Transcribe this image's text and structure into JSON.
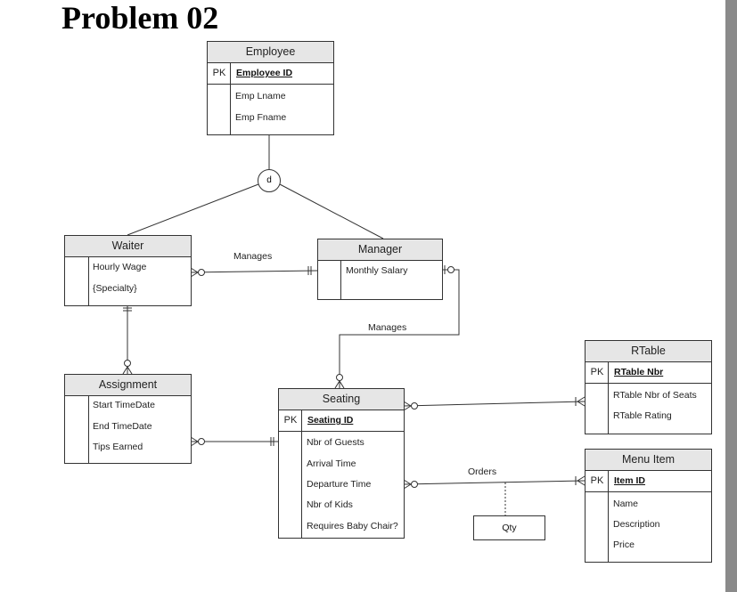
{
  "title": "Problem 02",
  "disjoint_symbol": "d",
  "entities": {
    "employee": {
      "name": "Employee",
      "pk_label": "PK",
      "key": "Employee ID",
      "attributes": [
        "Emp Lname",
        "Emp Fname"
      ]
    },
    "waiter": {
      "name": "Waiter",
      "attributes": [
        "Hourly Wage",
        "{Specialty}"
      ]
    },
    "manager": {
      "name": "Manager",
      "attributes": [
        "Monthly Salary"
      ]
    },
    "assignment": {
      "name": "Assignment",
      "attributes": [
        "Start TimeDate",
        "End TimeDate",
        "Tips Earned"
      ]
    },
    "seating": {
      "name": "Seating",
      "pk_label": "PK",
      "key": "Seating ID",
      "attributes": [
        "Nbr of Guests",
        "Arrival Time",
        "Departure Time",
        "Nbr of Kids",
        "Requires Baby Chair?"
      ]
    },
    "rtable": {
      "name": "RTable",
      "pk_label": "PK",
      "key": "RTable Nbr",
      "attributes": [
        "RTable Nbr of Seats",
        "RTable Rating"
      ]
    },
    "menu_item": {
      "name": "Menu Item",
      "pk_label": "PK",
      "key": "Item ID",
      "attributes": [
        "Name",
        "Description",
        "Price"
      ]
    }
  },
  "relationships": {
    "waiter_manager": "Manages",
    "manager_seating": "Manages",
    "seating_menu": "Orders"
  },
  "associative_attribute": "Qty"
}
